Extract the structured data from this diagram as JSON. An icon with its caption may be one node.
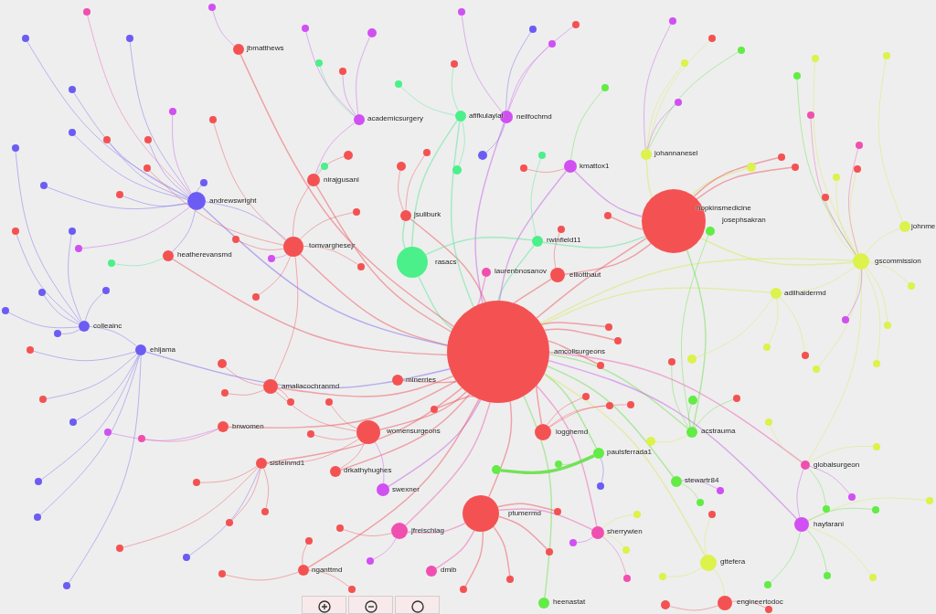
{
  "diagram": {
    "nodes": [
      {
        "text": [
          "jbmatthews"
        ]
      },
      {
        "text": [
          "academicsurgery"
        ]
      },
      {
        "text": [
          "afifkulaylat"
        ]
      },
      {
        "text": [
          "neilfochmd"
        ]
      },
      {
        "text": [
          "johannanesel"
        ]
      },
      {
        "text": [
          "kmattox1"
        ]
      },
      {
        "text": [
          "nirajgusani"
        ]
      },
      {
        "text": [
          "andrewswright"
        ]
      },
      {
        "text": [
          "hopkinsmedicine"
        ]
      },
      {
        "text": [
          "jsuliburk"
        ]
      },
      {
        "text": [
          "josephsakran"
        ]
      },
      {
        "text": [
          "johnme"
        ]
      },
      {
        "text": [
          "rwinfield11"
        ]
      },
      {
        "text": [
          "tomvarghesejr"
        ]
      },
      {
        "text": [
          "heatherevansmd"
        ]
      },
      {
        "text": [
          "rasacs"
        ]
      },
      {
        "text": [
          "gscommission"
        ]
      },
      {
        "text": [
          "laurenbnosanov"
        ]
      },
      {
        "text": [
          "elliotthaut"
        ]
      },
      {
        "text": [
          "adilhaidermd"
        ]
      },
      {
        "text": [
          "colleainc"
        ]
      },
      {
        "text": [
          "ehljama"
        ]
      },
      {
        "text": [
          "amcollsurgeons"
        ]
      },
      {
        "text": [
          "minerries"
        ]
      },
      {
        "text": [
          "amaliacochranmd"
        ]
      },
      {
        "text": [
          "bnwomen"
        ]
      },
      {
        "text": [
          "womensurgeons"
        ]
      },
      {
        "text": [
          "logghemd"
        ]
      },
      {
        "text": [
          "acstrauma"
        ]
      },
      {
        "text": [
          "paulsferrada1"
        ]
      },
      {
        "text": [
          "sisteinmd1"
        ]
      },
      {
        "text": [
          "globalsurgeon"
        ]
      },
      {
        "text": [
          "drkathyhughes"
        ]
      },
      {
        "text": [
          "stewartr84"
        ]
      },
      {
        "text": [
          "swexner"
        ]
      },
      {
        "text": [
          "ptumermd"
        ]
      },
      {
        "text": [
          "hayfarani"
        ]
      },
      {
        "text": [
          "jfreischlag"
        ]
      },
      {
        "text": [
          "sherrywien"
        ]
      },
      {
        "text": [
          "gttefera"
        ]
      },
      {
        "text": [
          "nganttmd"
        ]
      },
      {
        "text": [
          "dmib"
        ]
      },
      {
        "text": [
          "engineertodoc"
        ]
      },
      {
        "text": [
          "heenastat"
        ]
      },
      {
        "text": [],
        "shape": "circle"
      },
      {
        "text": [],
        "shape": "circle"
      },
      {
        "text": [],
        "shape": "circle"
      },
      {
        "text": [],
        "shape": "circle"
      },
      {
        "text": [],
        "shape": "circle"
      },
      {
        "text": [],
        "shape": "circle"
      },
      {
        "text": [],
        "shape": "circle"
      },
      {
        "text": [],
        "shape": "circle"
      },
      {
        "text": [],
        "shape": "circle"
      },
      {
        "text": [],
        "shape": "circle"
      },
      {
        "text": [],
        "shape": "circle"
      },
      {
        "text": [],
        "shape": "circle"
      },
      {
        "text": [],
        "shape": "circle"
      },
      {
        "text": [],
        "shape": "circle"
      },
      {
        "text": [],
        "shape": "circle"
      },
      {
        "text": [],
        "shape": "circle"
      },
      {
        "text": [],
        "shape": "circle"
      },
      {
        "text": [],
        "shape": "circle"
      },
      {
        "text": [],
        "shape": "circle"
      },
      {
        "text": [],
        "shape": "circle"
      },
      {
        "text": [],
        "shape": "circle"
      },
      {
        "text": [],
        "shape": "circle"
      },
      {
        "text": [],
        "shape": "circle"
      },
      {
        "text": [],
        "shape": "circle"
      },
      {
        "text": [],
        "shape": "circle"
      },
      {
        "text": [],
        "shape": "circle"
      },
      {
        "text": [],
        "shape": "circle"
      },
      {
        "text": [],
        "shape": "circle"
      },
      {
        "text": [],
        "shape": "circle"
      },
      {
        "text": [],
        "shape": "circle"
      },
      {
        "text": [],
        "shape": "circle"
      },
      {
        "text": [],
        "shape": "circle"
      },
      {
        "text": [],
        "shape": "circle"
      },
      {
        "text": [],
        "shape": "circle"
      },
      {
        "text": [],
        "shape": "circle"
      },
      {
        "text": [],
        "shape": "circle"
      },
      {
        "text": [],
        "shape": "circle"
      },
      {
        "text": [],
        "shape": "circle"
      },
      {
        "text": [],
        "shape": "circle"
      },
      {
        "text": [],
        "shape": "circle"
      },
      {
        "text": [],
        "shape": "circle"
      },
      {
        "text": [],
        "shape": "circle"
      },
      {
        "text": [],
        "shape": "circle"
      },
      {
        "text": [],
        "shape": "circle"
      },
      {
        "text": [],
        "shape": "circle"
      },
      {
        "text": [],
        "shape": "circle"
      },
      {
        "text": [],
        "shape": "circle"
      },
      {
        "text": [],
        "shape": "circle"
      },
      {
        "text": [],
        "shape": "circle"
      },
      {
        "text": [],
        "shape": "circle"
      },
      {
        "text": [],
        "shape": "circle"
      },
      {
        "text": [],
        "shape": "circle"
      },
      {
        "text": [],
        "shape": "circle"
      },
      {
        "text": [],
        "shape": "circle"
      },
      {
        "text": [],
        "shape": "circle"
      },
      {
        "text": [],
        "shape": "circle"
      },
      {
        "text": [],
        "shape": "circle"
      },
      {
        "text": [],
        "shape": "circle"
      },
      {
        "text": [],
        "shape": "circle"
      },
      {
        "text": [],
        "shape": "circle"
      },
      {
        "text": [],
        "shape": "circle"
      },
      {
        "text": [],
        "shape": "circle"
      },
      {
        "text": [],
        "shape": "circle"
      },
      {
        "text": [],
        "shape": "circle"
      },
      {
        "text": [],
        "shape": "circle"
      },
      {
        "text": [],
        "shape": "circle"
      },
      {
        "text": [],
        "shape": "circle"
      },
      {
        "text": [],
        "shape": "circle"
      },
      {
        "text": [],
        "shape": "circle"
      },
      {
        "text": [],
        "shape": "circle"
      },
      {
        "text": [],
        "shape": "circle"
      },
      {
        "text": [],
        "shape": "circle"
      },
      {
        "text": [],
        "shape": "circle"
      },
      {
        "text": [],
        "shape": "circle"
      },
      {
        "text": [],
        "shape": "circle"
      },
      {
        "text": [],
        "shape": "circle"
      },
      {
        "text": [],
        "shape": "circle"
      },
      {
        "text": [],
        "shape": "circle"
      },
      {
        "text": [],
        "shape": "circle"
      },
      {
        "text": [],
        "shape": "circle"
      },
      {
        "text": [],
        "shape": "circle"
      },
      {
        "text": [],
        "shape": "circle"
      },
      {
        "text": [],
        "shape": "circle"
      },
      {
        "text": [],
        "shape": "circle"
      },
      {
        "text": [],
        "shape": "circle"
      },
      {
        "text": [],
        "shape": "circle"
      },
      {
        "text": [],
        "shape": "circle"
      },
      {
        "text": [],
        "shape": "circle"
      },
      {
        "text": [],
        "shape": "circle"
      },
      {
        "text": [],
        "shape": "circle"
      },
      {
        "text": [],
        "shape": "circle"
      },
      {
        "text": [],
        "shape": "circle"
      },
      {
        "text": [],
        "shape": "circle"
      },
      {
        "text": [],
        "shape": "circle"
      },
      {
        "text": [],
        "shape": "circle"
      },
      {
        "text": [],
        "shape": "circle"
      },
      {
        "text": [],
        "shape": "circle"
      },
      {
        "text": [],
        "shape": "circle"
      },
      {
        "text": [],
        "shape": "circle"
      },
      {
        "text": [],
        "shape": "circle"
      },
      {
        "text": [],
        "shape": "circle"
      },
      {
        "text": [],
        "shape": "circle"
      },
      {
        "text": [],
        "shape": "circle"
      },
      {
        "text": [],
        "shape": "circle"
      },
      {
        "text": [],
        "shape": "circle"
      },
      {
        "text": [],
        "shape": "circle"
      },
      {
        "text": [],
        "shape": "circle"
      },
      {
        "text": [],
        "shape": "circle"
      },
      {
        "text": [],
        "shape": "circle"
      },
      {
        "text": [],
        "shape": "circle"
      },
      {
        "text": [],
        "shape": "circle"
      },
      {
        "text": [],
        "shape": "circle"
      },
      {
        "text": [],
        "shape": "circle"
      },
      {
        "text": [],
        "shape": "circle"
      },
      {
        "text": [],
        "shape": "circle"
      },
      {
        "text": [],
        "shape": "circle"
      },
      {
        "text": [],
        "shape": "circle"
      },
      {
        "text": [],
        "shape": "circle"
      },
      {
        "text": [],
        "shape": "circle"
      },
      {
        "text": [],
        "shape": "circle"
      },
      {
        "text": [],
        "shape": "circle"
      },
      {
        "text": [],
        "shape": "circle"
      },
      {
        "text": [],
        "shape": "circle"
      },
      {
        "text": [],
        "shape": "circle"
      },
      {
        "text": [],
        "shape": "circle"
      },
      {
        "text": [],
        "shape": "circle"
      },
      {
        "text": [],
        "shape": "circle"
      },
      {
        "text": [],
        "shape": "circle"
      },
      {
        "text": [],
        "shape": "circle"
      },
      {
        "text": [],
        "shape": "circle"
      },
      {
        "text": [],
        "shape": "circle"
      },
      {
        "text": [],
        "shape": "circle"
      },
      {
        "text": [],
        "shape": "circle"
      }
    ],
    "edges": [
      {
        "from": 8,
        "to": 22,
        "arrow": "none"
      },
      {
        "from": 13,
        "to": 22,
        "arrow": "none"
      },
      {
        "from": 15,
        "to": 22,
        "arrow": "none",
        "color": "#55e697"
      },
      {
        "from": 26,
        "to": 22,
        "arrow": "none"
      },
      {
        "from": 35,
        "to": 22,
        "arrow": "none"
      },
      {
        "from": 27,
        "to": 22,
        "arrow": "none"
      },
      {
        "from": 18,
        "to": 22,
        "arrow": "none"
      },
      {
        "from": 17,
        "to": 22,
        "arrow": "none",
        "color": "#ec5fb3"
      },
      {
        "from": 12,
        "to": 22,
        "arrow": "none",
        "color": "#55e697"
      },
      {
        "from": 9,
        "to": 22,
        "arrow": "none"
      },
      {
        "from": 23,
        "to": 22,
        "arrow": "none"
      },
      {
        "from": 24,
        "to": 22,
        "arrow": "none"
      },
      {
        "from": 32,
        "to": 22,
        "arrow": "none"
      },
      {
        "from": 34,
        "to": 22,
        "arrow": "none",
        "color": "#c65ee8"
      },
      {
        "from": 37,
        "to": 22,
        "arrow": "none",
        "color": "#ec5fb3"
      },
      {
        "from": 38,
        "to": 22,
        "arrow": "none",
        "color": "#ec5fb3"
      },
      {
        "from": 29,
        "to": 22,
        "arrow": "none",
        "color": "#6be04f"
      },
      {
        "from": 28,
        "to": 22,
        "arrow": "none",
        "color": "#6be04f"
      },
      {
        "from": 5,
        "to": 22,
        "arrow": "none",
        "color": "#c65ee8"
      },
      {
        "from": 6,
        "to": 22,
        "arrow": "none"
      },
      {
        "from": 14,
        "to": 22,
        "arrow": "none"
      },
      {
        "from": 7,
        "to": 22,
        "arrow": "none",
        "color": "#7a68f0"
      },
      {
        "from": 33,
        "to": 22,
        "arrow": "none",
        "color": "#6be04f"
      },
      {
        "from": 40,
        "to": 22,
        "arrow": "none"
      },
      {
        "from": 43,
        "to": 22,
        "arrow": "none",
        "color": "#6be04f"
      },
      {
        "from": 3,
        "to": 22,
        "arrow": "none",
        "color": "#c65ee8"
      },
      {
        "from": 0,
        "to": 22,
        "arrow": "none"
      },
      {
        "from": 16,
        "to": 22,
        "arrow": "none",
        "color": "#d7ea5c"
      },
      {
        "from": 31,
        "to": 22,
        "arrow": "none",
        "color": "#ec5fb3"
      },
      {
        "from": 39,
        "to": 22,
        "arrow": "none",
        "color": "#d7ea5c"
      },
      {
        "from": 36,
        "to": 22,
        "arrow": "none",
        "color": "#c65ee8"
      },
      {
        "from": 25,
        "to": 22,
        "arrow": "none"
      },
      {
        "from": 30,
        "to": 22,
        "arrow": "none"
      },
      {
        "from": 21,
        "to": 22,
        "arrow": "none",
        "color": "#7a68f0"
      },
      {
        "from": 19,
        "to": 22,
        "arrow": "none",
        "color": "#d7ea5c"
      },
      {
        "from": 2,
        "to": 22,
        "arrow": "none",
        "color": "#55e697"
      },
      {
        "from": 4,
        "to": 8,
        "arrow": "none",
        "color": "#d7ea5c"
      },
      {
        "from": 5,
        "to": 8,
        "arrow": "none",
        "color": "#c65ee8"
      },
      {
        "from": 16,
        "to": 8,
        "arrow": "none",
        "color": "#d7ea5c"
      },
      {
        "from": 18,
        "to": 8,
        "arrow": "none"
      },
      {
        "from": 12,
        "to": 8,
        "arrow": "none",
        "color": "#55e697"
      },
      {
        "from": 28,
        "to": 8,
        "arrow": "none",
        "color": "#6be04f"
      },
      {
        "from": 14,
        "to": 7,
        "arrow": "none",
        "color": "#7a68f0"
      },
      {
        "from": 13,
        "to": 7,
        "arrow": "none",
        "color": "#7a68f0"
      },
      {
        "from": 6,
        "to": 13,
        "arrow": "none"
      },
      {
        "from": 24,
        "to": 13,
        "arrow": "none"
      },
      {
        "from": 24,
        "to": 26,
        "arrow": "none"
      },
      {
        "from": 32,
        "to": 26,
        "arrow": "none"
      },
      {
        "from": 34,
        "to": 26,
        "arrow": "none",
        "color": "#c65ee8"
      },
      {
        "from": 30,
        "to": 26,
        "arrow": "none"
      },
      {
        "from": 37,
        "to": 35,
        "arrow": "none",
        "color": "#ec5fb3"
      },
      {
        "from": 38,
        "to": 35,
        "arrow": "none",
        "color": "#ec5fb3"
      },
      {
        "from": 41,
        "to": 35,
        "arrow": "none",
        "color": "#ec5fb3"
      },
      {
        "from": 11,
        "to": 16,
        "arrow": "none",
        "color": "#d7ea5c"
      },
      {
        "from": 19,
        "to": 16,
        "arrow": "none",
        "color": "#d7ea5c"
      },
      {
        "from": 31,
        "to": 16,
        "arrow": "none",
        "color": "#d7ea5c"
      },
      {
        "from": 31,
        "to": 36,
        "arrow": "none",
        "color": "#c65ee8"
      },
      {
        "from": 44,
        "to": 29,
        "arrow": "none",
        "style": "thick",
        "color": "#6be04f"
      },
      {
        "from": 45,
        "to": 29,
        "arrow": "none",
        "color": "#6be04f"
      },
      {
        "from": 21,
        "to": 20,
        "arrow": "none",
        "color": "#7a68f0"
      },
      {
        "from": 9,
        "to": 15,
        "arrow": "none",
        "color": "#55e697"
      },
      {
        "from": 2,
        "to": 15,
        "arrow": "none",
        "color": "#55e697"
      },
      {
        "from": 12,
        "to": 15,
        "arrow": "none",
        "color": "#55e697"
      },
      {
        "from": 1,
        "to": 6,
        "arrow": "none",
        "color": "#c65ee8"
      },
      {
        "from": 42,
        "to": 39,
        "arrow": "none",
        "color": "#d7ea5c"
      },
      {
        "from": 10,
        "to": 28,
        "arrow": "none",
        "color": "#6be04f"
      },
      {
        "from": 46,
        "to": 7,
        "arrow": "none",
        "color": "#7a68f0"
      },
      {
        "from": 47,
        "to": 7,
        "arrow": "none",
        "color": "#7a68f0"
      },
      {
        "from": 48,
        "to": 7,
        "arrow": "none",
        "color": "#ec5fb3"
      },
      {
        "from": 49,
        "to": 7,
        "arrow": "none",
        "color": "#7a68f0"
      },
      {
        "from": 50,
        "to": 7,
        "arrow": "none",
        "color": "#7a68f0"
      },
      {
        "from": 51,
        "to": 20,
        "arrow": "none",
        "color": "#7a68f0"
      },
      {
        "from": 52,
        "to": 7,
        "arrow": "none",
        "color": "#7a68f0"
      },
      {
        "from": 53,
        "to": 7,
        "arrow": "none",
        "color": "#7a68f0"
      },
      {
        "from": 54,
        "to": 7,
        "arrow": "none",
        "color": "#7a68f0"
      },
      {
        "from": 55,
        "to": 13,
        "arrow": "none"
      },
      {
        "from": 56,
        "to": 13,
        "arrow": "none"
      },
      {
        "from": 57,
        "to": 7,
        "arrow": "none",
        "color": "#c65ee8"
      },
      {
        "from": 58,
        "to": 7,
        "arrow": "none",
        "color": "#7a68f0"
      },
      {
        "from": 59,
        "to": 20,
        "arrow": "none",
        "color": "#7a68f0"
      },
      {
        "from": 60,
        "to": 20,
        "arrow": "none",
        "color": "#7a68f0"
      },
      {
        "from": 61,
        "to": 7,
        "arrow": "none",
        "color": "#7a68f0"
      },
      {
        "from": 62,
        "to": 14,
        "arrow": "none",
        "color": "#55e697"
      },
      {
        "from": 63,
        "to": 7,
        "arrow": "none",
        "color": "#c65ee8"
      },
      {
        "from": 64,
        "to": 20,
        "arrow": "none",
        "color": "#7a68f0"
      },
      {
        "from": 65,
        "to": 20,
        "arrow": "none",
        "color": "#7a68f0"
      },
      {
        "from": 66,
        "to": 20,
        "arrow": "none",
        "color": "#7a68f0"
      },
      {
        "from": 67,
        "to": 20,
        "arrow": "none",
        "color": "#7a68f0"
      },
      {
        "from": 68,
        "to": 21,
        "arrow": "none",
        "color": "#7a68f0"
      },
      {
        "from": 69,
        "to": 21,
        "arrow": "none",
        "color": "#7a68f0"
      },
      {
        "from": 70,
        "to": 21,
        "arrow": "none",
        "color": "#7a68f0"
      },
      {
        "from": 71,
        "to": 25,
        "arrow": "none",
        "color": "#c65ee8"
      },
      {
        "from": 72,
        "to": 21,
        "arrow": "none",
        "color": "#7a68f0"
      },
      {
        "from": 73,
        "to": 21,
        "arrow": "none",
        "color": "#7a68f0"
      },
      {
        "from": 74,
        "to": 21,
        "arrow": "none",
        "color": "#7a68f0"
      },
      {
        "from": 75,
        "to": 30,
        "arrow": "none"
      },
      {
        "from": 76,
        "to": 25,
        "arrow": "none",
        "color": "#ec5fb3"
      },
      {
        "from": 77,
        "to": 30,
        "arrow": "none",
        "color": "#7a68f0"
      },
      {
        "from": 78,
        "to": 40,
        "arrow": "none"
      },
      {
        "from": 79,
        "to": 30,
        "arrow": "none"
      },
      {
        "from": 80,
        "to": 30,
        "arrow": "none"
      },
      {
        "from": 81,
        "to": 0,
        "arrow": "none",
        "color": "#c65ee8"
      },
      {
        "from": 82,
        "to": 1,
        "arrow": "none",
        "color": "#c65ee8"
      },
      {
        "from": 83,
        "to": 1,
        "arrow": "none",
        "color": "#c65ee8"
      },
      {
        "from": 84,
        "to": 1,
        "arrow": "none",
        "color": "#55e697"
      },
      {
        "from": 85,
        "to": 2,
        "arrow": "none",
        "color": "#55e697"
      },
      {
        "from": 86,
        "to": 1,
        "arrow": "none",
        "color": "#c65ee8"
      },
      {
        "from": 87,
        "to": 2,
        "arrow": "none",
        "color": "#55e697"
      },
      {
        "from": 88,
        "to": 3,
        "arrow": "none",
        "color": "#c65ee8"
      },
      {
        "from": 89,
        "to": 3,
        "arrow": "none",
        "color": "#7a68f0"
      },
      {
        "from": 90,
        "to": 3,
        "arrow": "none",
        "color": "#c65ee8"
      },
      {
        "from": 91,
        "to": 5,
        "arrow": "none",
        "color": "#6be04f"
      },
      {
        "from": 92,
        "to": 3,
        "arrow": "none",
        "color": "#c65ee8"
      },
      {
        "from": 93,
        "to": 4,
        "arrow": "none",
        "color": "#c65ee8"
      },
      {
        "from": 94,
        "to": 4,
        "arrow": "none",
        "color": "#d7ea5c"
      },
      {
        "from": 95,
        "to": 4,
        "arrow": "none",
        "color": "#6be04f"
      },
      {
        "from": 96,
        "to": 4,
        "arrow": "none",
        "color": "#d7ea5c"
      },
      {
        "from": 97,
        "to": 16,
        "arrow": "none",
        "color": "#d7ea5c"
      },
      {
        "from": 98,
        "to": 11,
        "arrow": "none",
        "color": "#d7ea5c"
      },
      {
        "from": 99,
        "to": 16,
        "arrow": "none",
        "color": "#6be04f"
      },
      {
        "from": 100,
        "to": 16,
        "arrow": "none",
        "color": "#ec5fb3"
      },
      {
        "from": 101,
        "to": 16,
        "arrow": "none",
        "color": "#ec5fb3"
      },
      {
        "from": 102,
        "to": 16,
        "arrow": "none",
        "color": "#d7ea5c"
      },
      {
        "from": 103,
        "to": 8,
        "arrow": "none"
      },
      {
        "from": 104,
        "to": 8,
        "arrow": "none",
        "color": "#d7ea5c"
      },
      {
        "from": 105,
        "to": 16,
        "arrow": "none",
        "color": "#d7ea5c"
      },
      {
        "from": 106,
        "to": 16,
        "arrow": "none",
        "color": "#d7ea5c"
      },
      {
        "from": 107,
        "to": 4,
        "arrow": "none",
        "color": "#c65ee8"
      },
      {
        "from": 108,
        "to": 8,
        "arrow": "none"
      },
      {
        "from": 109,
        "to": 6,
        "arrow": "none",
        "color": "#55e697"
      },
      {
        "from": 110,
        "to": 6,
        "arrow": "none"
      },
      {
        "from": 111,
        "to": 9,
        "arrow": "none"
      },
      {
        "from": 112,
        "to": 9,
        "arrow": "none"
      },
      {
        "from": 113,
        "to": 2,
        "arrow": "none",
        "color": "#55e697"
      },
      {
        "from": 114,
        "to": 3,
        "arrow": "none",
        "color": "#7a68f0"
      },
      {
        "from": 115,
        "to": 5,
        "arrow": "none"
      },
      {
        "from": 116,
        "to": 12,
        "arrow": "none",
        "color": "#55e697"
      },
      {
        "from": 117,
        "to": 18,
        "arrow": "none"
      },
      {
        "from": 118,
        "to": 8,
        "arrow": "none"
      },
      {
        "from": 119,
        "to": 13,
        "arrow": "none"
      },
      {
        "from": 120,
        "to": 13,
        "arrow": "none"
      },
      {
        "from": 121,
        "to": 13,
        "arrow": "none"
      },
      {
        "from": 122,
        "to": 13,
        "arrow": "none",
        "color": "#c65ee8"
      },
      {
        "from": 123,
        "to": 13,
        "arrow": "none"
      },
      {
        "from": 124,
        "to": 24,
        "arrow": "none"
      },
      {
        "from": 125,
        "to": 24,
        "arrow": "none"
      },
      {
        "from": 126,
        "to": 26,
        "arrow": "none"
      },
      {
        "from": 127,
        "to": 22,
        "arrow": "none"
      },
      {
        "from": 128,
        "to": 22,
        "arrow": "none"
      },
      {
        "from": 129,
        "to": 22,
        "arrow": "none"
      },
      {
        "from": 130,
        "to": 22,
        "arrow": "none"
      },
      {
        "from": 131,
        "to": 27,
        "arrow": "none"
      },
      {
        "from": 132,
        "to": 28,
        "arrow": "none",
        "color": "#6be04f"
      },
      {
        "from": 133,
        "to": 19,
        "arrow": "none",
        "color": "#d7ea5c"
      },
      {
        "from": 134,
        "to": 28,
        "arrow": "none",
        "color": "#6be04f"
      },
      {
        "from": 135,
        "to": 28,
        "arrow": "none",
        "color": "#6be04f"
      },
      {
        "from": 136,
        "to": 31,
        "arrow": "none",
        "color": "#d7ea5c"
      },
      {
        "from": 137,
        "to": 16,
        "arrow": "none",
        "color": "#d7ea5c"
      },
      {
        "from": 138,
        "to": 16,
        "arrow": "none",
        "color": "#c65ee8"
      },
      {
        "from": 139,
        "to": 16,
        "arrow": "none",
        "color": "#d7ea5c"
      },
      {
        "from": 140,
        "to": 16,
        "arrow": "none",
        "color": "#d7ea5c"
      },
      {
        "from": 141,
        "to": 16,
        "arrow": "none",
        "color": "#d7ea5c"
      },
      {
        "from": 142,
        "to": 19,
        "arrow": "none",
        "color": "#d7ea5c"
      },
      {
        "from": 143,
        "to": 19,
        "arrow": "none",
        "color": "#d7ea5c"
      },
      {
        "from": 144,
        "to": 36,
        "arrow": "none",
        "color": "#d7ea5c"
      },
      {
        "from": 145,
        "to": 31,
        "arrow": "none",
        "color": "#d7ea5c"
      },
      {
        "from": 146,
        "to": 36,
        "arrow": "none",
        "color": "#6be04f"
      },
      {
        "from": 147,
        "to": 31,
        "arrow": "none",
        "color": "#6be04f"
      },
      {
        "from": 148,
        "to": 31,
        "arrow": "none",
        "color": "#c65ee8"
      },
      {
        "from": 149,
        "to": 36,
        "arrow": "none",
        "color": "#d7ea5c"
      },
      {
        "from": 150,
        "to": 36,
        "arrow": "none",
        "color": "#6be04f"
      },
      {
        "from": 151,
        "to": 36,
        "arrow": "none",
        "color": "#6be04f"
      },
      {
        "from": 152,
        "to": 33,
        "arrow": "none",
        "color": "#c65ee8"
      },
      {
        "from": 153,
        "to": 33,
        "arrow": "none",
        "color": "#6be04f"
      },
      {
        "from": 154,
        "to": 39,
        "arrow": "none",
        "color": "#d7ea5c"
      },
      {
        "from": 155,
        "to": 28,
        "arrow": "none",
        "color": "#d7ea5c"
      },
      {
        "from": 156,
        "to": 38,
        "arrow": "none",
        "color": "#d7ea5c"
      },
      {
        "from": 157,
        "to": 39,
        "arrow": "none",
        "color": "#d7ea5c"
      },
      {
        "from": 158,
        "to": 42,
        "arrow": "none"
      },
      {
        "from": 159,
        "to": 42,
        "arrow": "none"
      },
      {
        "from": 160,
        "to": 35,
        "arrow": "none"
      },
      {
        "from": 161,
        "to": 35,
        "arrow": "none"
      },
      {
        "from": 162,
        "to": 35,
        "arrow": "none"
      },
      {
        "from": 163,
        "to": 38,
        "arrow": "none",
        "color": "#ec5fb3"
      },
      {
        "from": 164,
        "to": 38,
        "arrow": "none",
        "color": "#d7ea5c"
      },
      {
        "from": 165,
        "to": 38,
        "arrow": "none",
        "color": "#c65ee8"
      },
      {
        "from": 166,
        "to": 35,
        "arrow": "none"
      },
      {
        "from": 167,
        "to": 29,
        "arrow": "none",
        "color": "#7a68f0"
      },
      {
        "from": 168,
        "to": 27,
        "arrow": "none"
      },
      {
        "from": 169,
        "to": 27,
        "arrow": "none"
      },
      {
        "from": 170,
        "to": 30,
        "arrow": "none"
      },
      {
        "from": 171,
        "to": 40,
        "arrow": "none"
      },
      {
        "from": 172,
        "to": 40,
        "arrow": "none"
      },
      {
        "from": 173,
        "to": 37,
        "arrow": "none",
        "color": "#c65ee8"
      },
      {
        "from": 174,
        "to": 37,
        "arrow": "none"
      },
      {
        "from": 175,
        "to": 24,
        "arrow": "none"
      },
      {
        "from": 176,
        "to": 26,
        "arrow": "none"
      }
    ]
  }
}
